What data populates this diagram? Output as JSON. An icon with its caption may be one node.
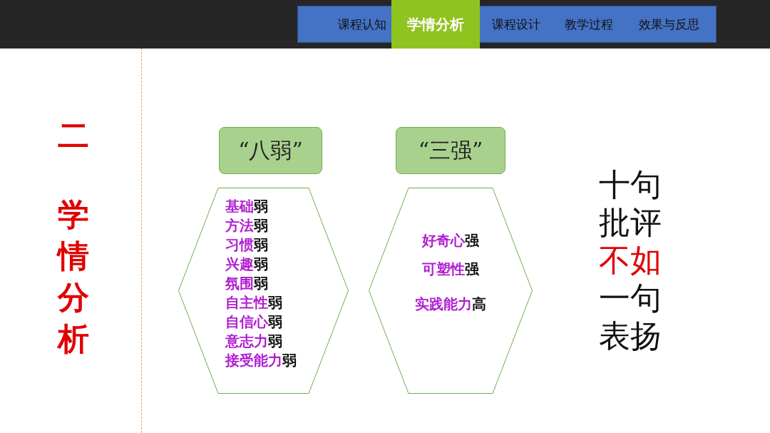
{
  "diagram": {
    "nodes": [
      {
        "text": [
          "“八弱”"
        ]
      },
      {
        "text": [
          "“三强”"
        ]
      },
      {
        "text": [
          "**基础**弱",
          "**方法**弱",
          "**习惯**弱",
          "**兴趣**弱",
          "**氛围**弱",
          "**自主性**弱",
          "**自信心**弱",
          "**意志力**弱",
          "**接受能力**弱"
        ]
      },
      {
        "text": [
          "**好奇心**强",
          "**可塑性**强",
          "**实践能力**高"
        ]
      }
    ],
    "edges": [],
    "labels": [
      "课程认知",
      "学情分析",
      "课程设计",
      "教学过程",
      "效果与反思",
      "二",
      "学情分析",
      "十句批评**不如**一句表扬"
    ]
  }
}
